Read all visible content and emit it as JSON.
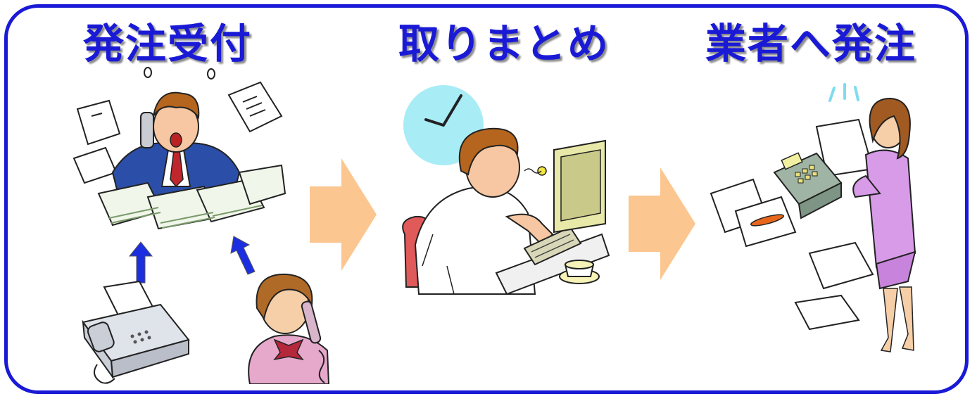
{
  "stages": [
    {
      "title": "発注受付",
      "scene": "order-reception"
    },
    {
      "title": "取りまとめ",
      "scene": "compilation"
    },
    {
      "title": "業者へ発注",
      "scene": "ordering-to-vendor"
    }
  ],
  "colors": {
    "frame": "#1a1ad6",
    "title": "#1a1ad6",
    "flow_arrow": "#fcc690",
    "up_arrow": "#1c2fe0",
    "clock_face": "#a8ecf6",
    "monitor": "#e8e8a8",
    "woman_suit": "#d79be8"
  }
}
